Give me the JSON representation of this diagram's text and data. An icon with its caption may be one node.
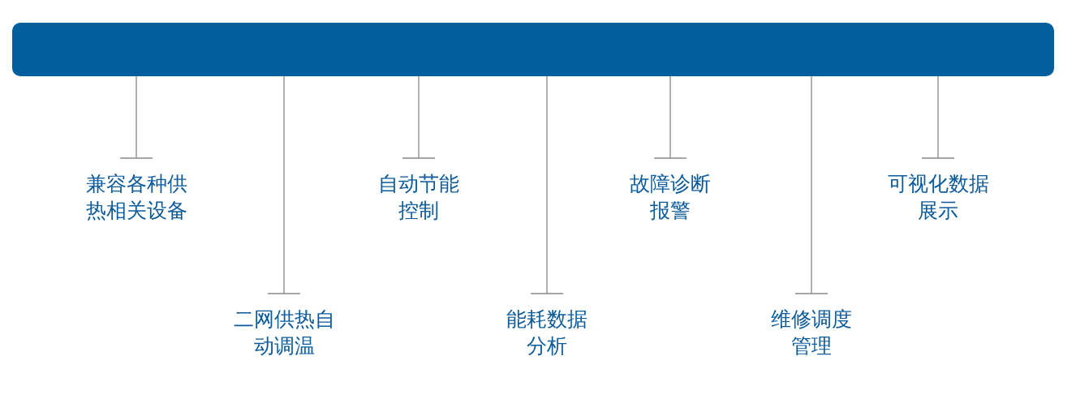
{
  "diagram": {
    "nodes": [
      {
        "text": [],
        "shape": "bar"
      },
      {
        "text": [
          "兼容各种供热相关设备"
        ]
      },
      {
        "text": [
          "二网供热自动调温"
        ]
      },
      {
        "text": [
          "自动节能控制"
        ]
      },
      {
        "text": [
          "能耗数据分析"
        ]
      },
      {
        "text": [
          "故障诊断报警"
        ]
      },
      {
        "text": [
          "维修调度管理"
        ]
      },
      {
        "text": [
          "可视化数据展示"
        ]
      }
    ],
    "edges": [
      {
        "from": 0,
        "to": 1,
        "arrow": "other"
      },
      {
        "from": 0,
        "to": 2,
        "arrow": "other"
      },
      {
        "from": 0,
        "to": 3,
        "arrow": "other"
      },
      {
        "from": 0,
        "to": 4,
        "arrow": "other"
      },
      {
        "from": 0,
        "to": 5,
        "arrow": "other"
      },
      {
        "from": 0,
        "to": 6,
        "arrow": "other"
      },
      {
        "from": 0,
        "to": 7,
        "arrow": "other"
      }
    ]
  }
}
